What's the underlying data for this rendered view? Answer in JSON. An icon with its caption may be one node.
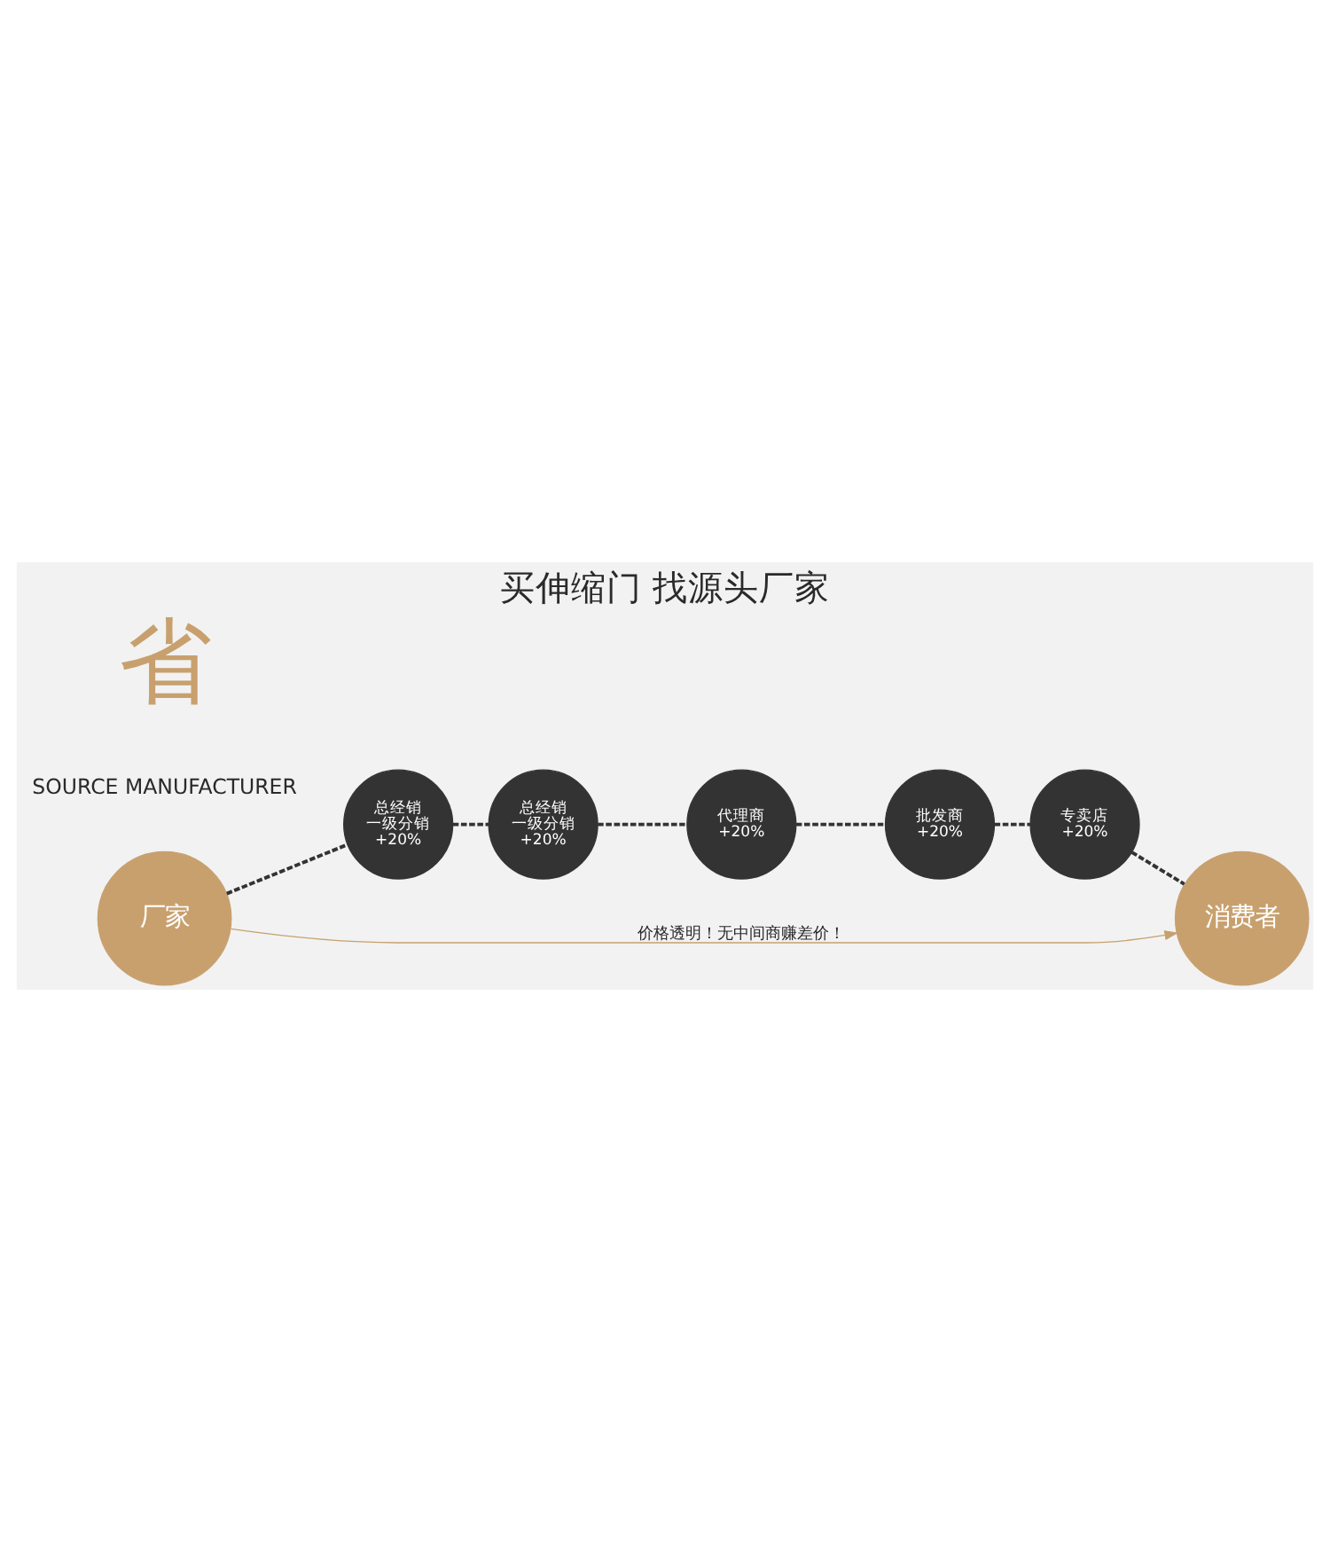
{
  "diagram": {
    "title": "买伸缩门 找源头厂家",
    "nodes": [
      {
        "text": [
          "厂家"
        ]
      },
      {
        "text": [
          "总经销",
          "一级分销",
          "+20%"
        ]
      },
      {
        "text": [
          "总经销",
          "一级分销",
          "+20%"
        ]
      },
      {
        "text": [
          "代理商",
          "+20%"
        ]
      },
      {
        "text": [
          "批发商",
          "+20%"
        ]
      },
      {
        "text": [
          "专卖店",
          "+20%"
        ]
      },
      {
        "text": [
          "消费者"
        ]
      }
    ],
    "edges": [
      {
        "from": 0,
        "to": 1,
        "arrow": "none",
        "style": "dashed"
      },
      {
        "from": 1,
        "to": 2,
        "arrow": "none",
        "style": "dashed"
      },
      {
        "from": 2,
        "to": 3,
        "arrow": "none",
        "style": "dashed"
      },
      {
        "from": 3,
        "to": 4,
        "arrow": "none",
        "style": "dashed"
      },
      {
        "from": 4,
        "to": 5,
        "arrow": "none",
        "style": "dashed"
      },
      {
        "from": 5,
        "to": 6,
        "arrow": "none",
        "style": "dashed"
      },
      {
        "from": 0,
        "to": 6,
        "arrow": "to",
        "label": "价格透明！无中间商赚差价！",
        "color": "#c8a06e"
      }
    ],
    "labels": [
      "SOURCE MANUFACTURER",
      "省"
    ]
  }
}
